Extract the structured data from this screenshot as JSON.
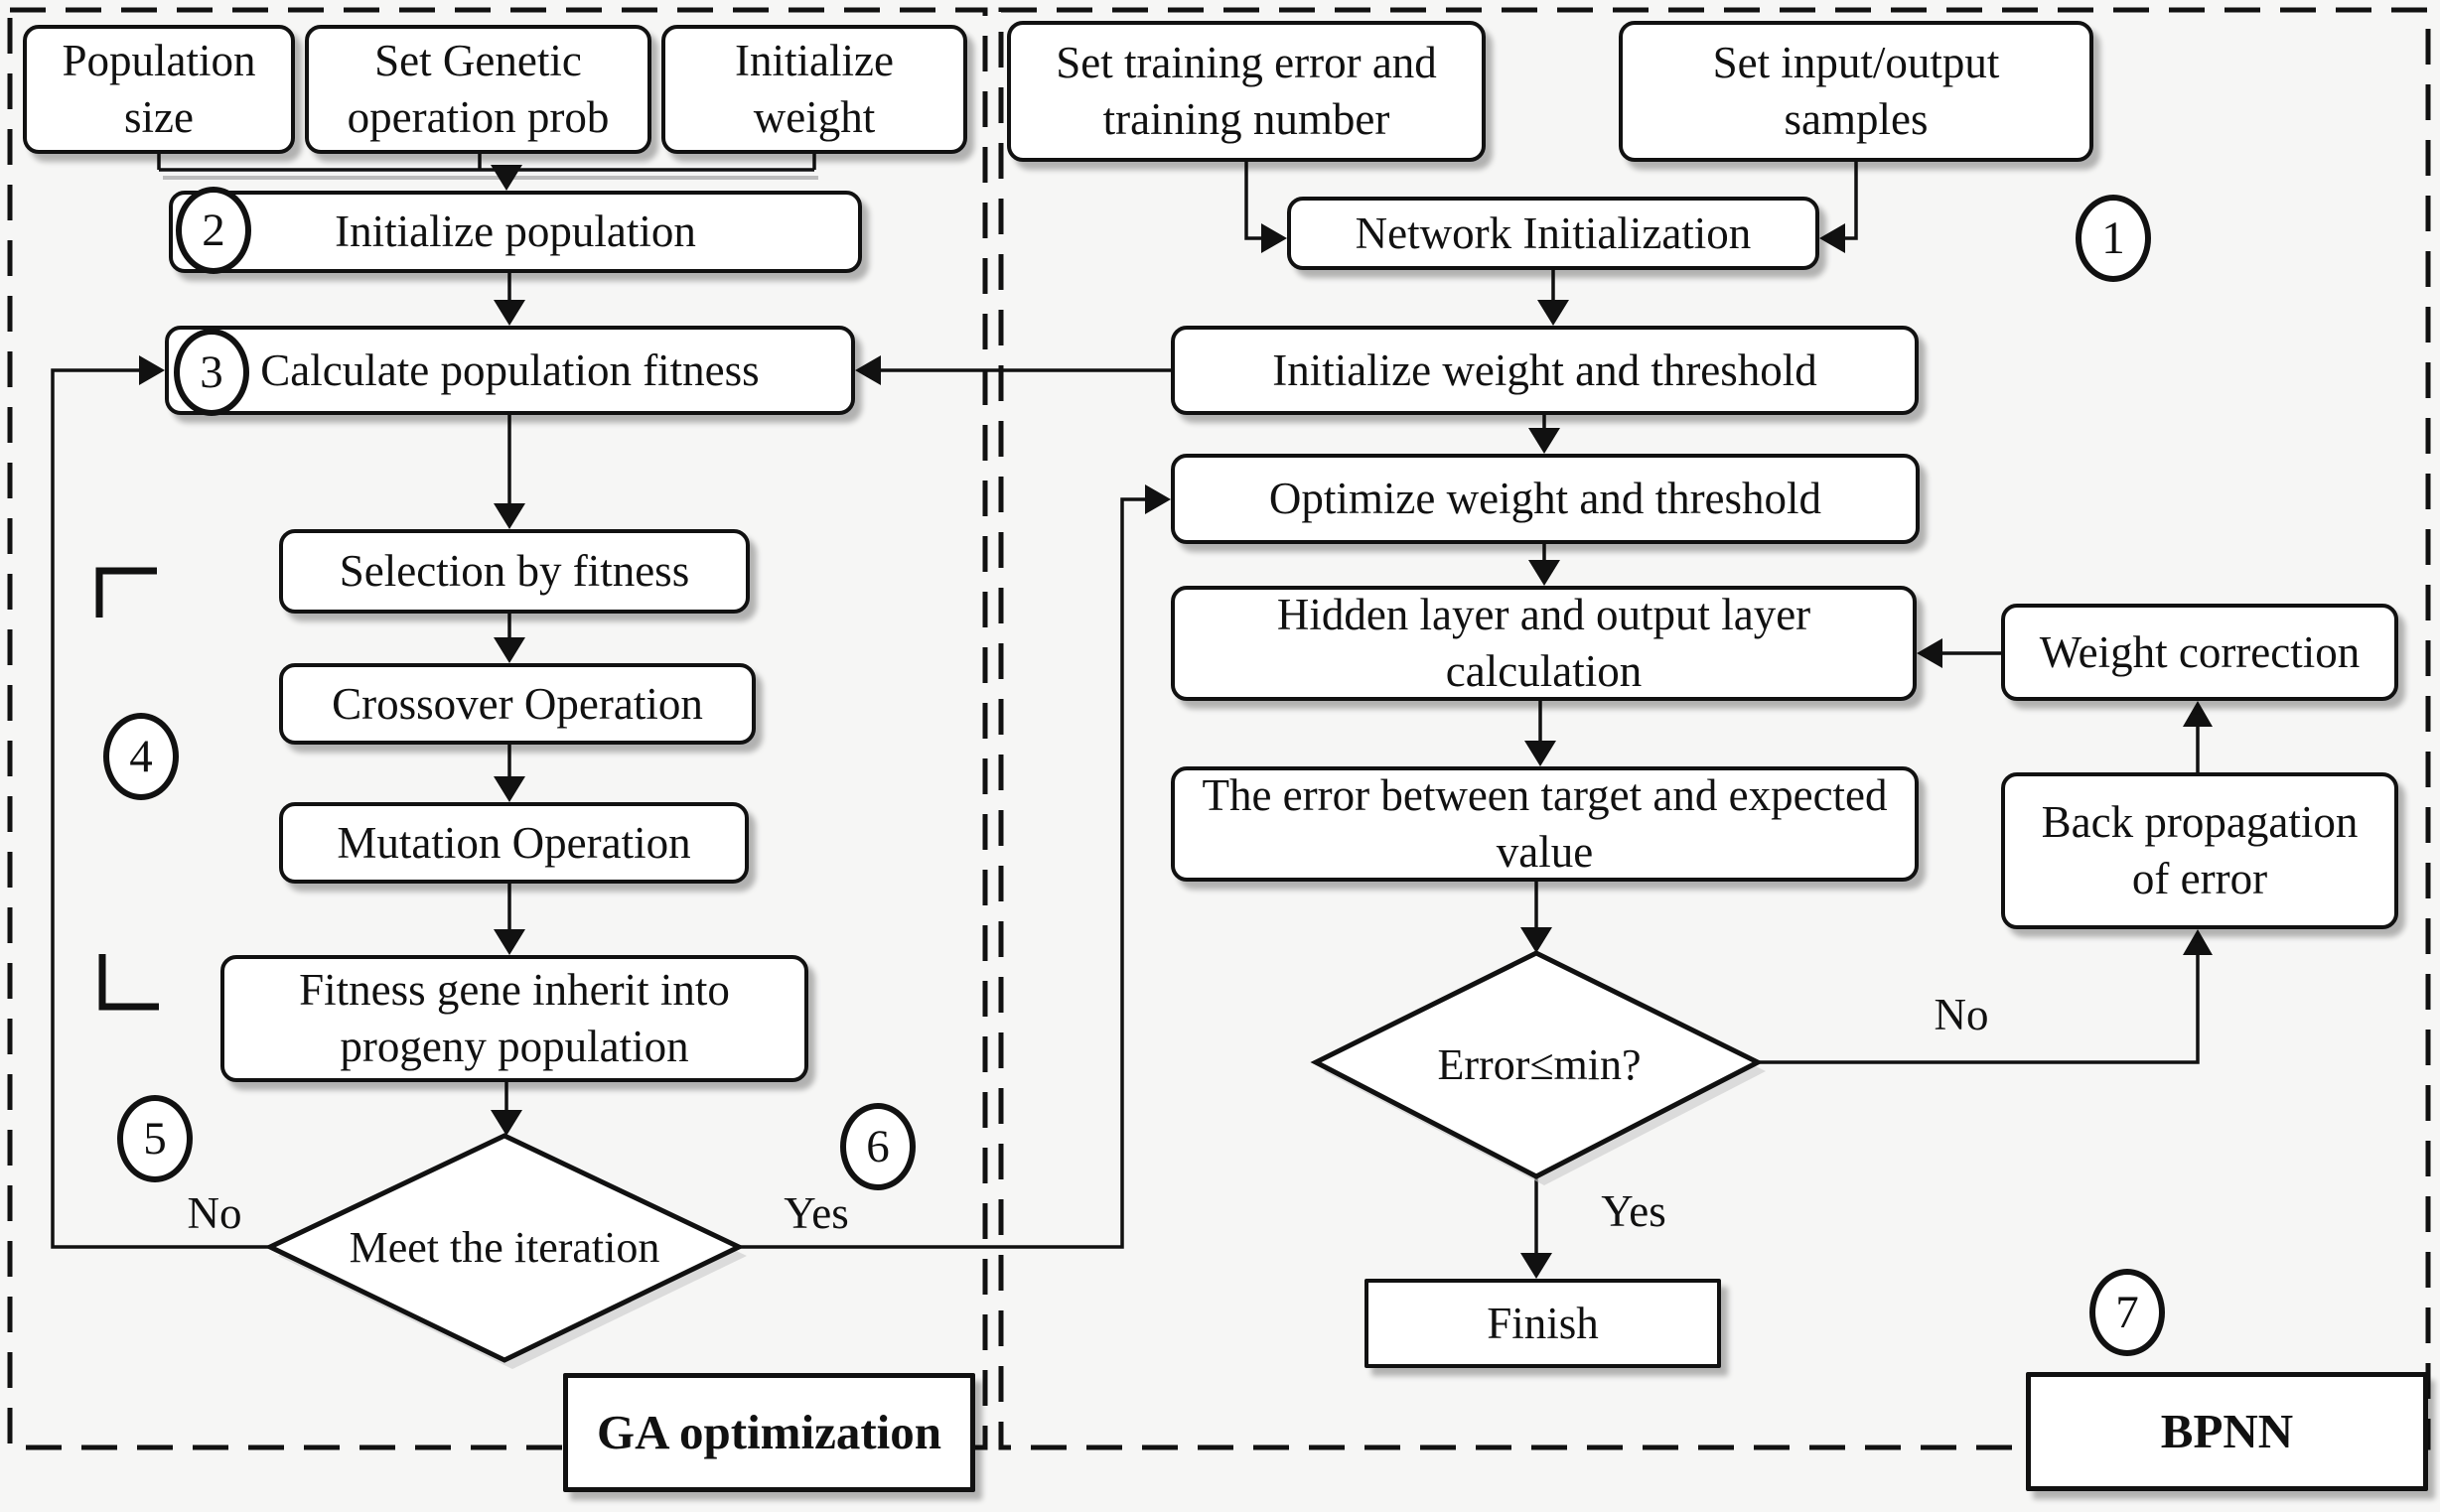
{
  "sections": {
    "ga": "GA optimization",
    "bpnn": "BPNN"
  },
  "nodes": {
    "population_size": "Population size",
    "set_genetic": "Set Genetic operation prob",
    "initialize_weight": "Initialize weight",
    "initialize_population": "Initialize population",
    "calculate_fitness": "Calculate population fitness",
    "selection": "Selection by fitness",
    "crossover": "Crossover Operation",
    "mutation": "Mutation Operation",
    "fitness_gene": "Fitness gene inherit into progeny population",
    "set_training": "Set training error and training number",
    "set_io": "Set input/output samples",
    "network_init": "Network Initialization",
    "init_weight_threshold": "Initialize weight and threshold",
    "optimize_weight_threshold": "Optimize weight and threshold",
    "hidden_layer": "Hidden layer and output layer calculation",
    "error_between": "The error between target and expected value",
    "weight_correction": "Weight correction",
    "back_propagation": "Back propagation of error",
    "finish": "Finish"
  },
  "decisions": {
    "meet_iteration": "Meet the iteration",
    "error_min": "Error≤min?"
  },
  "edge_labels": {
    "ga_no": "No",
    "ga_yes": "Yes",
    "bpnn_no": "No",
    "bpnn_yes": "Yes"
  },
  "markers": {
    "m1": "1",
    "m2": "2",
    "m3": "3",
    "m4": "4",
    "m5": "5",
    "m6": "6",
    "m7": "7"
  },
  "colors": {
    "stroke": "#111111",
    "node_fill": "#ffffff",
    "background": "#f6f6f5",
    "shadow": "rgba(0,0,0,0.28)"
  }
}
